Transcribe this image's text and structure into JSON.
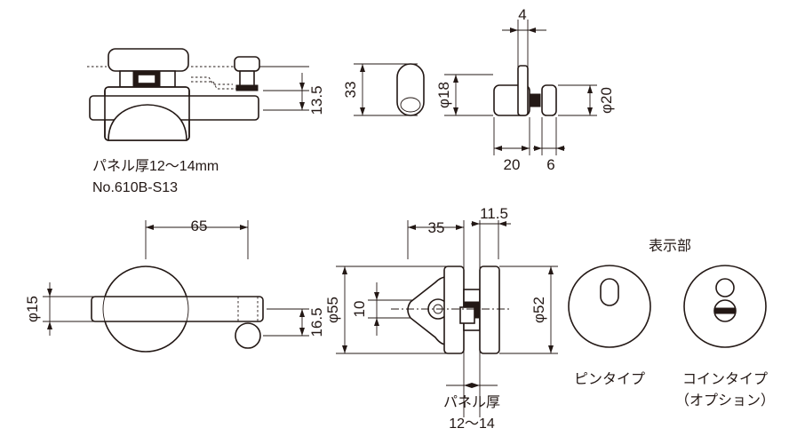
{
  "dimensions": {
    "d_4": "4",
    "d_33": "33",
    "d_18": "φ18",
    "d_13_5": "13.5",
    "d_20": "φ20",
    "d_20_len": "20",
    "d_6": "6",
    "d_65": "65",
    "d_35": "35",
    "d_11_5": "11.5",
    "d_15": "φ15",
    "d_16_5": "16.5",
    "d_55": "φ55",
    "d_10": "10",
    "d_52": "φ52"
  },
  "labels": {
    "panel_thickness_range": "パネル厚12～14mm",
    "model_number": "No.610B-S13",
    "panel_thickness": "パネル厚",
    "panel_range": "12～14",
    "indicator": "表示部",
    "pin_type": "ピンタイプ",
    "coin_type": "コインタイプ",
    "option": "（オプション）"
  }
}
